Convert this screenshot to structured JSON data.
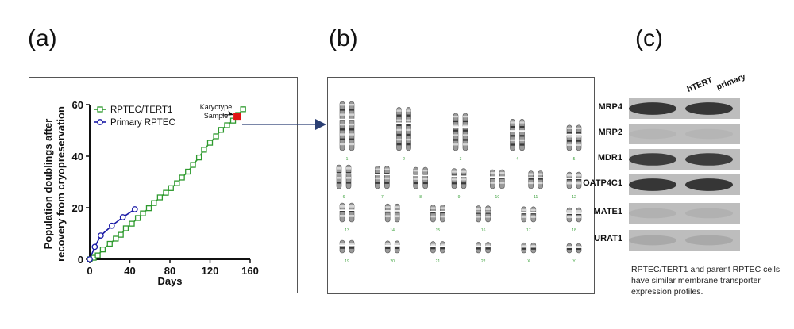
{
  "panels": {
    "a": "(a)",
    "b": "(b)",
    "c": "(c)"
  },
  "chart_data": {
    "type": "line",
    "xlabel": "Days",
    "ylabel_line1": "Population doublings after",
    "ylabel_line2": "recovery from cryopreservation",
    "xlim": [
      0,
      160
    ],
    "ylim": [
      0,
      60
    ],
    "xticks": [
      "0",
      "40",
      "80",
      "120",
      "160"
    ],
    "yticks": [
      "0",
      "20",
      "40",
      "60"
    ],
    "legend_position": "top-left",
    "annotation_line1": "Karyotype",
    "annotation_line2": "Sample",
    "annotation_point": [
      147,
      55.5
    ],
    "series": [
      {
        "name": "RPTEC/TERT1",
        "color": "#2e9a2e",
        "marker": "square",
        "x": [
          0,
          4,
          8,
          13,
          20,
          26,
          31,
          36,
          42,
          48,
          53,
          59,
          64,
          70,
          76,
          81,
          87,
          92,
          98,
          103,
          109,
          114,
          120,
          126,
          131,
          137,
          143,
          148,
          153
        ],
        "y": [
          0,
          0.6,
          1.5,
          3.8,
          6,
          8,
          9.5,
          12,
          13.8,
          16,
          17.8,
          19.8,
          21.8,
          24,
          25.8,
          27.6,
          29.5,
          31.7,
          34,
          36.6,
          39.5,
          42.5,
          45.2,
          47.7,
          50.2,
          52,
          53.8,
          56,
          58.2
        ]
      },
      {
        "name": "Primary RPTEC",
        "color": "#1a1aa6",
        "marker": "circle",
        "x": [
          0,
          5,
          11,
          22,
          33,
          45
        ],
        "y": [
          0,
          4.8,
          9.2,
          13,
          16.3,
          19.4
        ]
      }
    ]
  },
  "western_blot": {
    "columns": [
      "hTERT",
      "primary"
    ],
    "rows": [
      {
        "label": "MRP4",
        "intensity": 0.95
      },
      {
        "label": "MRP2",
        "intensity": 0.12
      },
      {
        "label": "MDR1",
        "intensity": 0.9
      },
      {
        "label": "OATP4C1",
        "intensity": 0.95
      },
      {
        "label": "MATE1",
        "intensity": 0.15
      },
      {
        "label": "URAT1",
        "intensity": 0.2
      }
    ],
    "caption": "RPTEC/TERT1 and parent RPTEC cells have similar membrane transporter expression profiles."
  },
  "karyotype": {
    "row1": [
      "1",
      "2",
      "3",
      "4",
      "5"
    ],
    "row2": [
      "6",
      "7",
      "8",
      "9",
      "10",
      "11",
      "12"
    ],
    "row3": [
      "13",
      "14",
      "15",
      "16",
      "17",
      "18"
    ],
    "row4": [
      "19",
      "20",
      "21",
      "22",
      "X",
      "Y"
    ]
  }
}
